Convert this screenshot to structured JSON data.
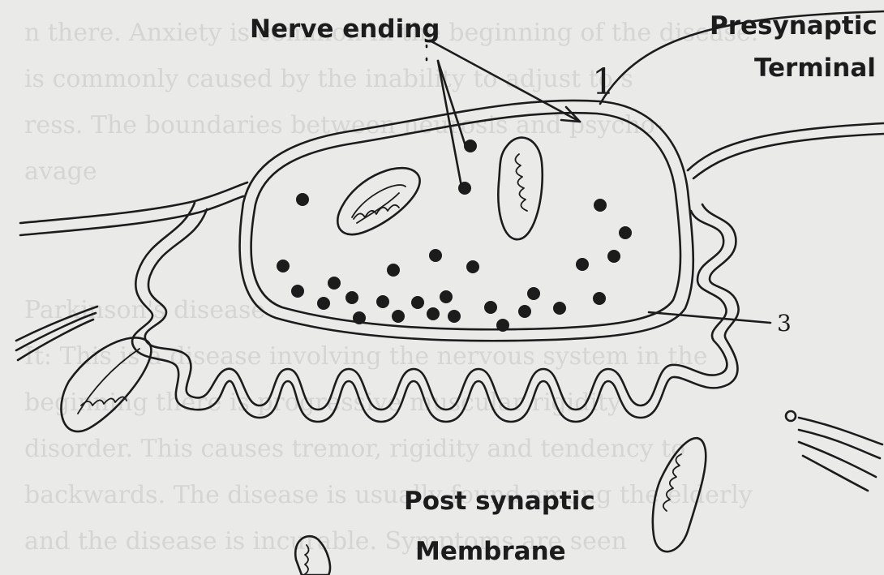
{
  "labels": {
    "nerve_ending": "Nerve ending",
    "presynaptic_line1": "Presynaptic",
    "presynaptic_line2": "Terminal",
    "post_synaptic_line1": "Post synaptic",
    "post_synaptic_line2": "Membrane",
    "marker_1": "1",
    "marker_3": "3"
  },
  "background_text": [
    "n there. Anxiety is common in the beginning of the disease.",
    "is commonly caused by the inability to adjust to s",
    "ress. The boundaries between neurosis and psycho-",
    "avage",
    "",
    "",
    "Parkinson's disease",
    "It: This is a disease involving the nervous system in the",
    "beginning there is progressive muscular rigidity",
    "disorder. This causes tremor, rigidity and tendency to",
    "backwards. The disease is usually found among the elderly",
    "and the disease is incurable. Symptoms are seen"
  ],
  "colors": {
    "ink": "#1c1c1c",
    "paper": "#eaeae8"
  }
}
